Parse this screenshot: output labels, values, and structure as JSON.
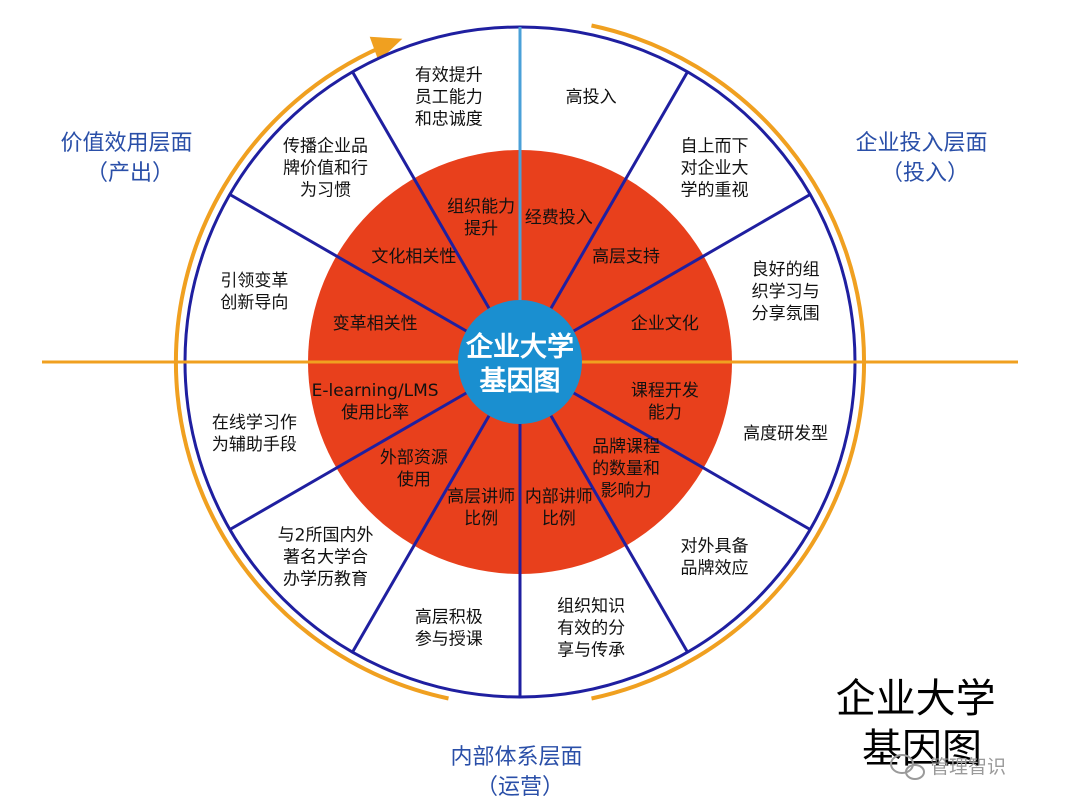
{
  "colors": {
    "outer_ring": "#f0a020",
    "spoke": "#1f1fa0",
    "inner_disc": "#e8401c",
    "center": "#1a8fd0",
    "quadrant_text": "#2a4fa8",
    "center_spoke": "#4aa0d8"
  },
  "quadrants": {
    "top_left": [
      "价值效用层面",
      "（产出）"
    ],
    "top_right": [
      "企业投入层面",
      "（投入）"
    ],
    "bottom": [
      "内部体系层面",
      "（运营）"
    ]
  },
  "center": [
    "企业大学",
    "基因图"
  ],
  "outer_segments": [
    [
      "高投入"
    ],
    [
      "自上而下",
      "对企业大",
      "学的重视"
    ],
    [
      "良好的组",
      "织学习与",
      "分享氛围"
    ],
    [
      "高度研发型"
    ],
    [
      "对外具备",
      "品牌效应"
    ],
    [
      "组织知识",
      "有效的分",
      "享与传承"
    ],
    [
      "高层积极",
      "参与授课"
    ],
    [
      "与2所国内外",
      "著名大学合",
      "办学历教育"
    ],
    [
      "在线学习作",
      "为辅助手段"
    ],
    [
      "引领变革",
      "创新导向"
    ],
    [
      "传播企业品",
      "牌价值和行",
      "为习惯"
    ],
    [
      "有效提升",
      "员工能力",
      "和忠诚度"
    ]
  ],
  "inner_segments": [
    [
      "经费投入"
    ],
    [
      "高层支持"
    ],
    [
      "企业文化"
    ],
    [
      "课程开发",
      "能力"
    ],
    [
      "品牌课程",
      "的数量和",
      "影响力"
    ],
    [
      "内部讲师",
      "比例"
    ],
    [
      "高层讲师",
      "比例"
    ],
    [
      "外部资源",
      "使用"
    ],
    [
      "E-learning/LMS",
      "使用比率"
    ],
    [
      "变革相关性"
    ],
    [
      "文化相关性"
    ],
    [
      "组织能力",
      "提升"
    ]
  ],
  "corner_title": [
    "企业大学",
    "基因图"
  ],
  "watermark": "管理智识"
}
